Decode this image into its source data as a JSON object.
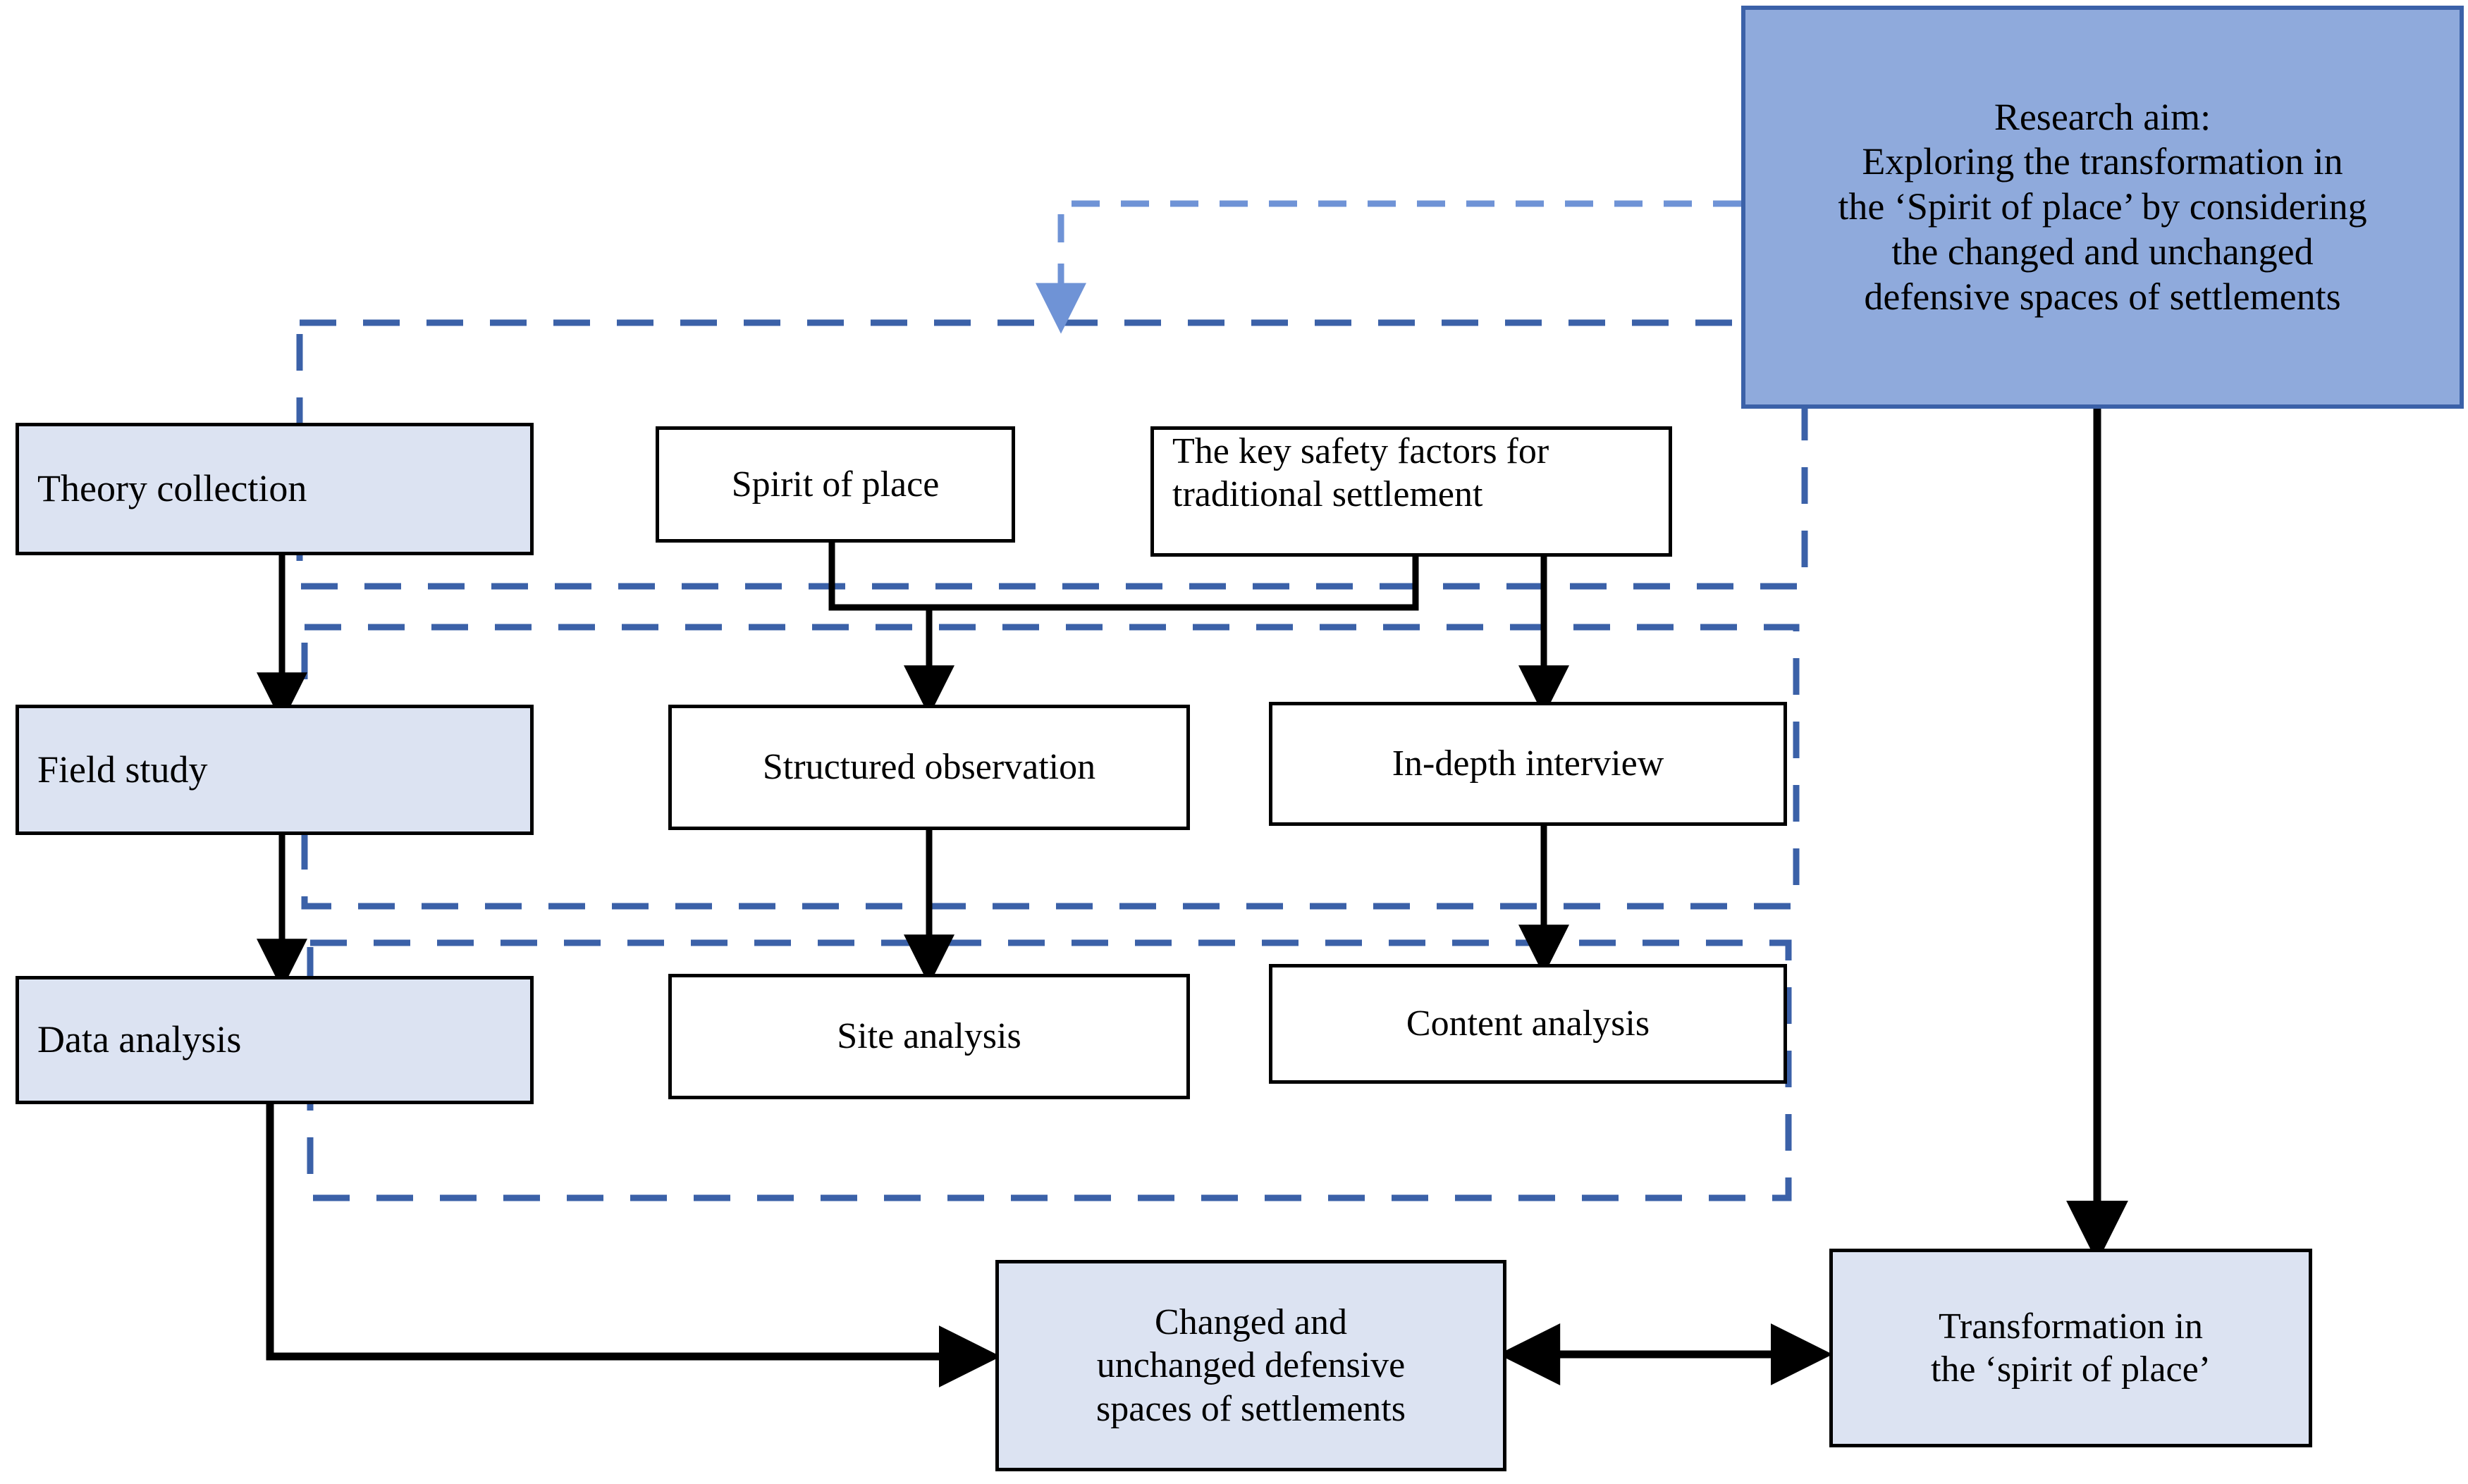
{
  "diagram": {
    "title": "Research methodology flowchart",
    "colors": {
      "aim_fill": "#8FAADC",
      "aim_border": "#3B61A8",
      "light_box_fill": "#DCE3F2",
      "plain_box_fill": "#FFFFFF",
      "box_border": "#000000",
      "dashed_group": "#3B61A8",
      "dashed_arrow": "#6F93D6",
      "connector": "#000000"
    },
    "aim": {
      "heading": "Research aim:",
      "lines": [
        "Exploring the transformation in",
        "the ‘Spirit of place’ by considering",
        "the changed and unchanged",
        "defensive spaces of settlements"
      ],
      "full_text": "Research aim: Exploring the transformation in the ‘Spirit of place’ by considering the changed and unchanged defensive spaces of settlements"
    },
    "stage_column": [
      {
        "id": "theory-collection",
        "label": "Theory collection"
      },
      {
        "id": "field-study",
        "label": "Field study"
      },
      {
        "id": "data-analysis",
        "label": "Data analysis"
      }
    ],
    "method_boxes": [
      {
        "id": "spirit-of-place",
        "label": "Spirit of place"
      },
      {
        "id": "key-safety-factors",
        "label": "The key safety factors for traditional settlement",
        "lines": [
          "The key safety factors for",
          "traditional settlement"
        ]
      },
      {
        "id": "structured-observation",
        "label": "Structured observation"
      },
      {
        "id": "in-depth-interview",
        "label": "In-depth interview"
      },
      {
        "id": "site-analysis",
        "label": "Site analysis"
      },
      {
        "id": "content-analysis",
        "label": "Content analysis"
      }
    ],
    "outcome_boxes": [
      {
        "id": "changed-unchanged-defensive-spaces",
        "label": "Changed and unchanged defensive spaces of settlements",
        "lines": [
          "Changed and",
          "unchanged defensive",
          "spaces of settlements"
        ]
      },
      {
        "id": "transformation-spirit-of-place",
        "label": "Transformation in the ‘spirit of place’",
        "lines": [
          "Transformation in",
          "the ‘spirit of place’"
        ]
      }
    ],
    "dashed_groups": [
      {
        "id": "group-theory",
        "label": ""
      },
      {
        "id": "group-field",
        "label": ""
      },
      {
        "id": "group-analysis",
        "label": ""
      }
    ]
  }
}
